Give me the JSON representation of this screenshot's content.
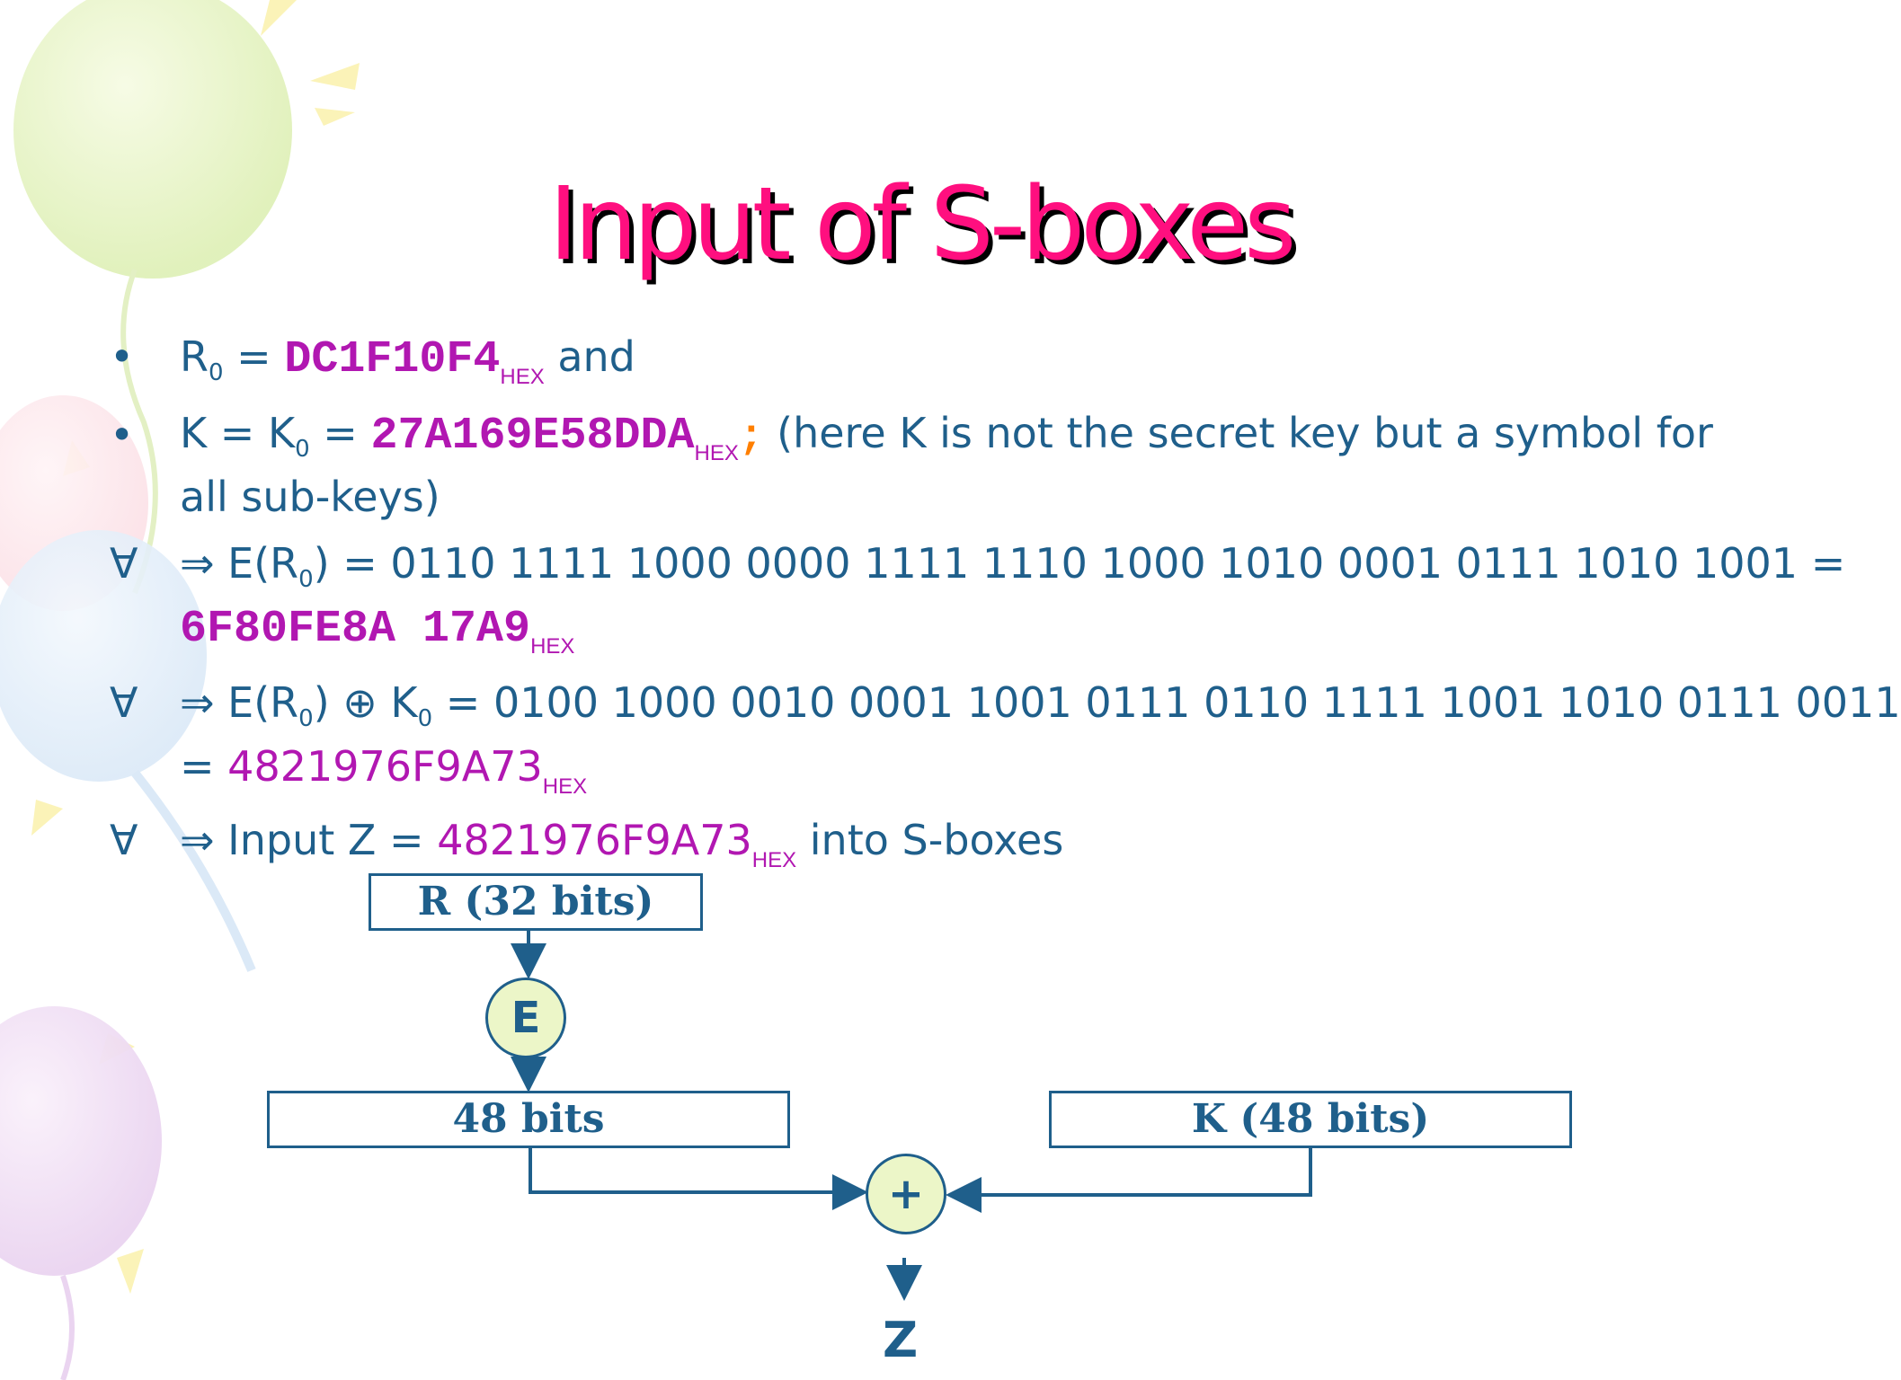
{
  "slide": {
    "title": "Input of S-boxes",
    "bullets": {
      "dot": "•",
      "forall": "∀",
      "implies": "⇒"
    },
    "line1": {
      "label": "R",
      "sub": "0",
      "eq": " = ",
      "value": "DC1F10F4",
      "hex": "HEX",
      "tail": " and"
    },
    "line2": {
      "label_k": "K = K",
      "sub": "0",
      "eq": " = ",
      "value": "27A169E58DDA",
      "hex": "HEX",
      "semicolon": ";",
      "tail": " (here K is not the secret key but a symbol for",
      "cont": "all sub-keys)"
    },
    "line3": {
      "lead": " E(R",
      "sub": "0",
      "mid": ") = 0110 1111 1000 0000 1111 1110 1000 1010 0001 0111 1010 1001 =",
      "value": "6F80FE8A 17A9",
      "hex": "HEX"
    },
    "line4": {
      "lead": " E(R",
      "sub": "0",
      "mid": ") ⊕ K",
      "sub2": "0",
      "tail": " = 0100 1000 0010 0001 1001 0111 0110 1111 1001 1010 0111 0011",
      "cont_eq": "= ",
      "value": "4821976F9A73",
      "hex": "HEX"
    },
    "line5": {
      "lead": " Input Z = ",
      "value": "4821976F9A73",
      "hex": "HEX",
      "tail": " into S-boxes"
    }
  },
  "diagram": {
    "r_box": "R (32 bits)",
    "e_circle": "E",
    "bits48_box": "48 bits",
    "k_box": "K (48 bits)",
    "xor_circle": "+",
    "z_label": "Z"
  },
  "colors": {
    "title": "#ff0f7f",
    "text": "#1f5f8b",
    "hex_values": "#b117b1",
    "semicolon": "#ff7f00",
    "circle_fill": "#ecf6c8"
  }
}
